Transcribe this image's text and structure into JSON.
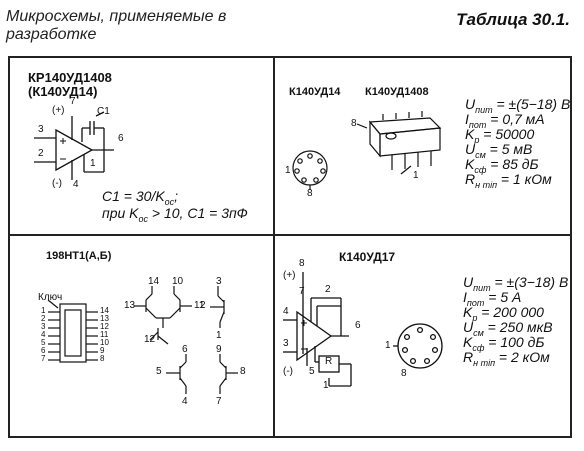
{
  "caption": {
    "line1": "Микросхемы, применяемые в",
    "line2": "разработке",
    "table_label": "Таблица 30.1."
  },
  "cell1": {
    "title1": "КР140УД1408",
    "title2": "(К140УД14)",
    "pins": {
      "p7": "7",
      "p3": "3",
      "p2": "2",
      "p6": "6",
      "p1": "1",
      "p4": "4",
      "plus": "(+)",
      "minus": "(-)"
    },
    "cap_label": "C1",
    "formula1": "C1 = 30/K",
    "formula1_sub": "ос",
    "formula1_end": ";",
    "formula2_pre": "при K",
    "formula2_sub": "ос",
    "formula2_post": " > 10, C1 = 3пФ"
  },
  "cell2": {
    "title_a": "К140УД14",
    "title_b": "К140УД1408",
    "pin_labels": {
      "p1": "1",
      "p8": "8",
      "d8": "8",
      "d1": "1"
    },
    "params": [
      {
        "sym": "U",
        "sub": "пит",
        "val": " = ±(5−18) В"
      },
      {
        "sym": "I",
        "sub": "пот",
        "val": " = 0,7 мА"
      },
      {
        "sym": "K",
        "sub": "р",
        "val": " = 50000"
      },
      {
        "sym": "U",
        "sub": "см",
        "val": " = 5 мВ"
      },
      {
        "sym": "K",
        "sub": "сф",
        "val": " = 85 дБ"
      },
      {
        "sym": "R",
        "sub": "н тiп",
        "val": " = 1 кОм"
      }
    ]
  },
  "cell3": {
    "title": "198НТ1(А,Б)",
    "key_label": "Ключ",
    "left_pins": [
      "1",
      "2",
      "3",
      "4",
      "5",
      "6",
      "7"
    ],
    "right_pins": [
      "14",
      "13",
      "12",
      "11",
      "10",
      "9",
      "8"
    ],
    "tr_pins": {
      "a14": "14",
      "a10": "10",
      "a13": "13",
      "a11": "11",
      "a12": "12",
      "b3": "3",
      "b2": "2",
      "b1": "1",
      "c6": "6",
      "c5": "5",
      "c4": "4",
      "d9": "9",
      "d8": "8",
      "d7": "7"
    }
  },
  "cell4": {
    "title": "К140УД17",
    "pins": {
      "p8": "8",
      "p7": "7",
      "p2": "2",
      "p4": "4",
      "p3": "3",
      "p6": "6",
      "p5": "5",
      "p1": "1",
      "plus": "(+)",
      "minus": "(-)",
      "R": "R",
      "c1": "1",
      "c8": "8"
    },
    "params": [
      {
        "sym": "U",
        "sub": "пит",
        "val": " = ±(3−18) В"
      },
      {
        "sym": "I",
        "sub": "пот",
        "val": " = 5 А"
      },
      {
        "sym": "K",
        "sub": "р",
        "val": " = 200 000"
      },
      {
        "sym": "U",
        "sub": "см",
        "val": " = 250 мкВ"
      },
      {
        "sym": "K",
        "sub": "сф",
        "val": " = 100 дБ"
      },
      {
        "sym": "R",
        "sub": "н тiп",
        "val": " = 2 кОм"
      }
    ]
  }
}
